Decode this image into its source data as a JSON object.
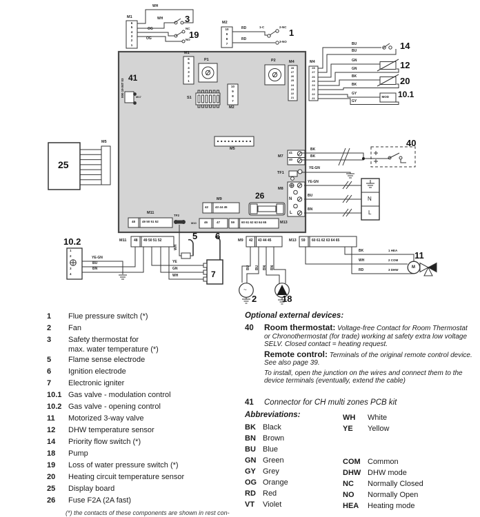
{
  "diagram": {
    "board_code": "000 19 INT 03",
    "wires": {
      "wh": "WH",
      "og": "OG",
      "rd": "RD",
      "bu": "BU",
      "gn": "GN",
      "bk": "BK",
      "gy": "GY",
      "bn": "BN",
      "ye": "YE",
      "yegn": "YE-GN"
    },
    "nums": {
      "n1": "1",
      "n2": "2",
      "n3": "3",
      "n5": "5",
      "n6": "6",
      "n7": "7",
      "n101": "10.1",
      "n102": "10.2",
      "n11": "11",
      "n12": "12",
      "n14": "14",
      "n18": "18",
      "n19": "19",
      "n20": "20",
      "n25": "25",
      "n26": "26",
      "n40": "40",
      "n41": "41"
    },
    "contacts": {
      "nc": "NC",
      "no": "NO",
      "c": "1-C",
      "nc2": "2-NC",
      "no3": "3-NO",
      "hea": "1 HEA",
      "com": "2 COM",
      "dhw": "3 DHW",
      "n": "N",
      "l": "L",
      "mod": "MOD",
      "motor": "M",
      "fan": "~"
    },
    "conn": {
      "m1": "M1",
      "m2": "M2",
      "m4": "M4",
      "m5": "M5",
      "m7": "M7",
      "m8": "M8",
      "m9": "M9",
      "m10": "M10",
      "m11": "M11",
      "m13": "M13",
      "m17": "M17",
      "tf1": "TF1",
      "tf2": "TF2",
      "s1": "S1",
      "p1": "P1",
      "p2": "P2"
    },
    "pins": {
      "m1": [
        "6",
        "5",
        "4",
        "3",
        "2",
        "1"
      ],
      "m2": [
        "10",
        "9",
        "8",
        "7"
      ],
      "m4": [
        "28",
        "27",
        "26",
        "25",
        "24",
        "23",
        "22",
        "21"
      ],
      "m7": [
        "41",
        "40"
      ],
      "m9a": "42",
      "m9b": "43 44 45",
      "m10a": "46",
      "m10b": "47",
      "m11a": "48",
      "m11b": "49 50 51 52",
      "m13a": "59",
      "m13b": "60 61 62 63 64 65",
      "gv": [
        "1",
        "2",
        "3",
        "4"
      ]
    }
  },
  "legend": {
    "items": [
      {
        "n": "1",
        "t": "Flue pressure switch (*)"
      },
      {
        "n": "2",
        "t": "Fan"
      },
      {
        "n": "3",
        "t": "Safety thermostat for\nmax. water temperature (*)"
      },
      {
        "n": "5",
        "t": "Flame sense electrode"
      },
      {
        "n": "6",
        "t": "Ignition electrode"
      },
      {
        "n": "7",
        "t": "Electronic igniter"
      },
      {
        "n": "10.1",
        "t": "Gas valve - modulation control"
      },
      {
        "n": "10.2",
        "t": "Gas valve - opening control"
      },
      {
        "n": "11",
        "t": "Motorized 3-way valve"
      },
      {
        "n": "12",
        "t": "DHW temperature sensor"
      },
      {
        "n": "14",
        "t": "Priority flow switch (*)"
      },
      {
        "n": "18",
        "t": "Pump"
      },
      {
        "n": "19",
        "t": "Loss of water pressure switch (*)"
      },
      {
        "n": "20",
        "t": "Heating circuit temperature sensor"
      },
      {
        "n": "25",
        "t": "Display board"
      },
      {
        "n": "26",
        "t": "Fuse F2A (2A fast)"
      }
    ],
    "footnote": "(*) the contacts of these components are shown in rest con-",
    "optional": {
      "title": "Optional external devices:",
      "n40": "40",
      "room_bold": "Room thermostat:",
      "room_text": "Voltage-free Contact for Room Thermostat or Chronothermostat (for trade) working at safety extra low voltage SELV. Closed contact = heating request.",
      "remote_bold": "Remote control:",
      "remote_text": "Terminals of the original remote control device. See also page 39.",
      "install_text": "To install, open the junction on the wires and connect them to the device terminals (eventually, extend the cable)",
      "n41": "41",
      "item41": "Connector for CH multi zones PCB kit"
    },
    "abbreviations": {
      "title": "Abbreviations:",
      "col1": [
        {
          "code": "BK",
          "name": "Black"
        },
        {
          "code": "BN",
          "name": "Brown"
        },
        {
          "code": "BU",
          "name": "Blue"
        },
        {
          "code": "GN",
          "name": "Green"
        },
        {
          "code": "GY",
          "name": "Grey"
        },
        {
          "code": "OG",
          "name": "Orange"
        },
        {
          "code": "RD",
          "name": "Red"
        },
        {
          "code": "VT",
          "name": "Violet"
        }
      ],
      "col2a": [
        {
          "code": "WH",
          "name": "White"
        },
        {
          "code": "YE",
          "name": "Yellow"
        }
      ],
      "col2b": [
        {
          "code": "CO M",
          "name": ""
        },
        {
          "code": "COM",
          "name": "Common"
        },
        {
          "code": "DHW",
          "name": "DHW mode"
        },
        {
          "code": "NC",
          "name": "Normally Closed"
        },
        {
          "code": "NO",
          "name": "Normally Open"
        },
        {
          "code": "HEA",
          "name": "Heating mode"
        }
      ]
    }
  }
}
